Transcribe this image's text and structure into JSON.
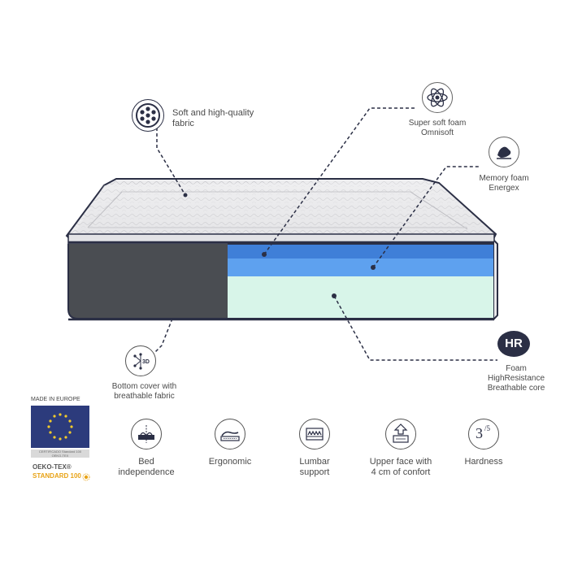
{
  "callouts": {
    "soft_fabric": {
      "line1": "Soft and high-quality",
      "line2": "fabric",
      "icon": "dots-grid-icon"
    },
    "super_soft_foam": {
      "line1": "Super soft foam",
      "line2": "Omnisoft",
      "icon": "atom-icon"
    },
    "memory_foam": {
      "line1": "Memory foam",
      "line2": "Energex",
      "icon": "hand-press-icon"
    },
    "hr_foam": {
      "badge": "HR",
      "line1": "Foam",
      "line2": "HighResistance",
      "line3": "Breathable core"
    },
    "bottom_cover": {
      "line1": "Bottom cover with",
      "line2": "breathable fabric",
      "icon_text": "3D"
    }
  },
  "certification": {
    "made_in": "MADE IN EUROPE",
    "cert_line1": "CERTIFICADO Standard 100",
    "cert_line2": "OEKO-TEX",
    "brand": "OEKO-TEX®",
    "standard": "STANDARD 100"
  },
  "features": [
    {
      "line1": "Bed",
      "line2": "independence",
      "icon": "bed-independence-icon"
    },
    {
      "line1": "Ergonomic",
      "line2": "",
      "icon": "ergonomic-icon"
    },
    {
      "line1": "Lumbar",
      "line2": "support",
      "icon": "lumbar-support-icon"
    },
    {
      "line1": "Upper face with",
      "line2": "4 cm of confort",
      "icon": "upper-face-icon"
    },
    {
      "line1": "Hardness",
      "line2": "",
      "icon": "hardness-icon",
      "icon_text_major": "3",
      "icon_text_minor": "/5"
    }
  ],
  "colors": {
    "navy": "#2b2f45",
    "blue_layer": "#3f7fd8",
    "mint_layer": "#d6f3e6",
    "side_gray": "#4a4d52",
    "eu_blue": "#2c3b7c",
    "eu_star": "#f3cb2b",
    "oeko_yellow": "#e8a317"
  }
}
